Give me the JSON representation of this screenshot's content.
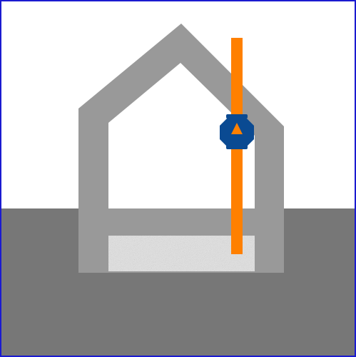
{
  "diagram": {
    "colors": {
      "frame": "#1a1ad0",
      "sky": "#ffffff",
      "ground": "#777777",
      "house_wall": "#999999",
      "house_interior": "#ffffff",
      "basement_fill": "#e6e6e6",
      "pipe": "#ff8000",
      "device_body": "#0a4a92",
      "device_marker": "#ff8000"
    },
    "elements": {
      "house": "house-outline",
      "ground": "ground",
      "basement_fill": "gravel-fill",
      "pipe": "vertical-pipe",
      "device": "pipe-fitting",
      "device_marker": "up-arrow-triangle"
    }
  }
}
